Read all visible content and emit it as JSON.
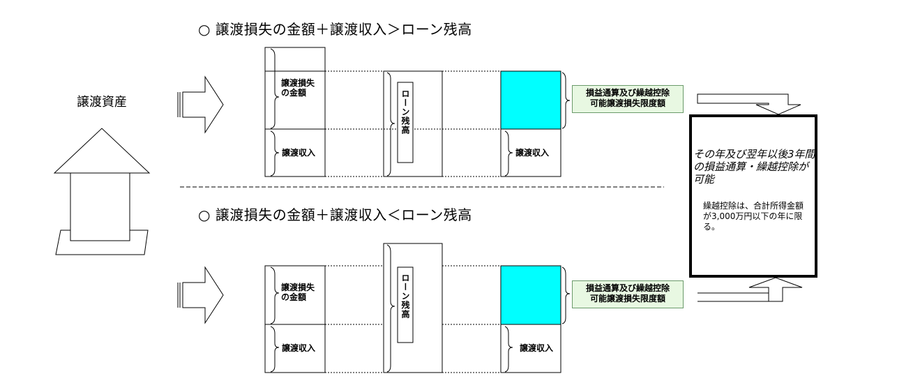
{
  "section_top": {
    "title": "○ 譲渡損失の金額＋譲渡収入＞ローン残高"
  },
  "section_bottom": {
    "title": "○ 譲渡損失の金額＋譲渡収入＜ローン残高"
  },
  "asset": {
    "label": "譲渡資産"
  },
  "labels": {
    "loss_amount": "譲渡損失\nの金額",
    "income": "譲渡収入",
    "loan": "ローン残高",
    "limit": "損益通算及び繰越控除\n可能譲渡損失限度額"
  },
  "result": {
    "main": "その年及び翌年以後3年間の損益通算・繰越控除が可能",
    "note": "繰越控除は、合計所得金額が3,000万円以下の年に限る。"
  },
  "colors": {
    "cyan": "#00ffff",
    "green_bg": "#e8f8e2"
  }
}
